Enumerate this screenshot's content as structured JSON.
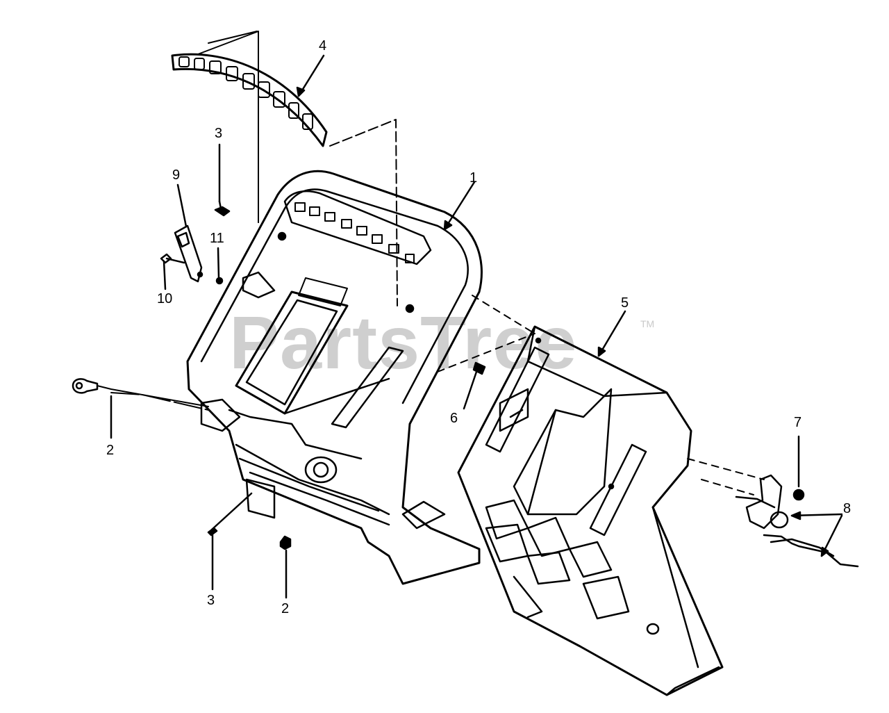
{
  "watermark": {
    "text": "PartsTree",
    "trademark": "TM"
  },
  "callouts": [
    "4",
    "3",
    "9",
    "1",
    "11",
    "10",
    "5",
    "6",
    "7",
    "8",
    "2",
    "2",
    "3",
    "2"
  ],
  "colors": {
    "line": "#000000",
    "watermark": "#cfcfcf",
    "background": "#ffffff"
  }
}
